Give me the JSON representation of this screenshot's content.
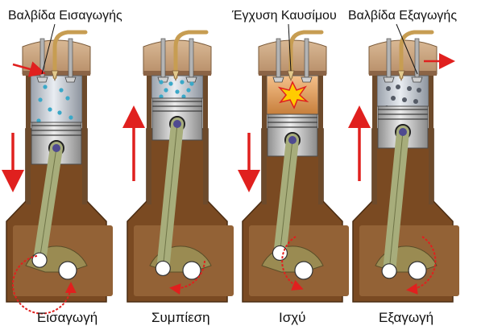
{
  "labels": {
    "intake_valve": "Βαλβίδα Εισαγωγής",
    "fuel_injection": "Έγχυση Καυσίμου",
    "exhaust_valve": "Βαλβίδα Εξαγωγής"
  },
  "strokes": [
    {
      "id": "intake",
      "label": "Εισαγωγή",
      "piston_direction": "down"
    },
    {
      "id": "compression",
      "label": "Συμπίεση",
      "piston_direction": "up"
    },
    {
      "id": "power",
      "label": "Ισχύ",
      "piston_direction": "down"
    },
    {
      "id": "exhaust",
      "label": "Εξαγωγή",
      "piston_direction": "up"
    }
  ],
  "colors": {
    "arrow": "#e0201e",
    "crankcase": "#7a4a22",
    "cylinder_head": "#c9a37e",
    "piston": "#c7c7c7",
    "rod": "#a7ad7b",
    "particles_intake": "#3aa8c8",
    "particles_exhaust": "#555b66",
    "combustion": "#ffcc00"
  }
}
